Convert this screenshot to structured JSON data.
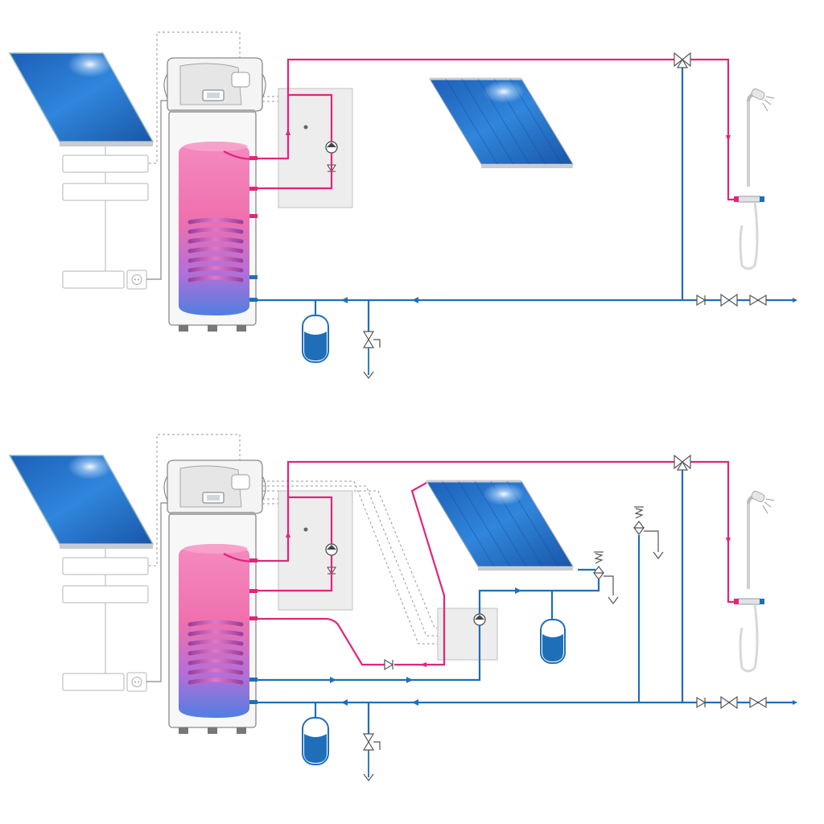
{
  "diagram": {
    "panels": [
      {
        "id": "panel-top",
        "variant": "pv-only",
        "components": [
          "pv-panel",
          "controller-boxes",
          "power-socket",
          "heat-pump-water-heater",
          "storage-tank",
          "heating-coil",
          "pump-group",
          "solar-collector-unconnected",
          "three-way-mixing-valve",
          "shower",
          "expansion-vessel",
          "drain-valve",
          "check-valve",
          "shutoff-valves"
        ]
      },
      {
        "id": "panel-bottom",
        "variant": "pv-and-solar-thermal",
        "components": [
          "pv-panel",
          "controller-boxes",
          "power-socket",
          "heat-pump-water-heater",
          "storage-tank",
          "heating-coil",
          "pump-group",
          "solar-collector-connected",
          "solar-pump-station",
          "expansion-vessel",
          "safety-valves",
          "three-way-mixing-valve",
          "shower",
          "drain-valve",
          "check-valve",
          "shutoff-valves"
        ]
      }
    ]
  },
  "colors": {
    "hot_line": "#e0267a",
    "cold_line": "#1f6fb8",
    "grey_line": "#9a9a9a",
    "dashed_line": "#9a9a9a",
    "panel_blue": "#2a7bd0",
    "tank_pink": "#f27bb5",
    "tank_blue": "#4f7fe0",
    "box_fill": "#ededed"
  }
}
